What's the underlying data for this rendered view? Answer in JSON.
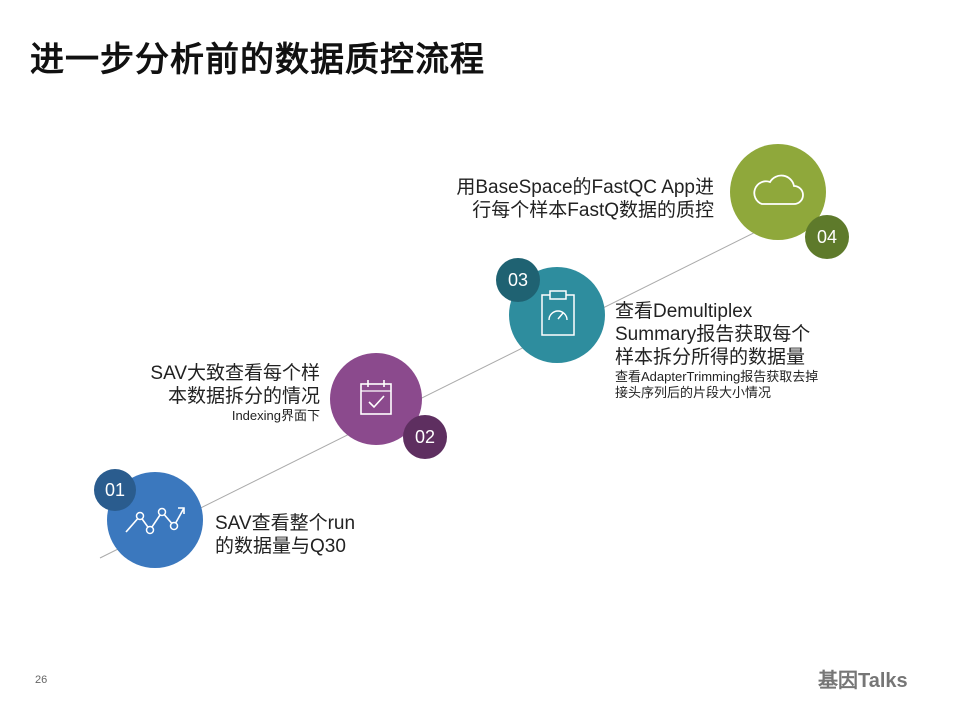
{
  "title": "进一步分析前的数据质控流程",
  "steps": [
    {
      "num": "01",
      "icon": "line-chart-icon",
      "color": "#3b78be",
      "badge_color": "#2a5c8e",
      "lines": [
        "SAV查看整个run",
        "的数据量与Q30"
      ]
    },
    {
      "num": "02",
      "icon": "calendar-check-icon",
      "color": "#8b4a8d",
      "badge_color": "#5e2f60",
      "lines": [
        "SAV大致查看每个样",
        "本数据拆分的情况"
      ],
      "note": "Indexing界面下"
    },
    {
      "num": "03",
      "icon": "clipboard-gauge-icon",
      "color": "#2e8d9e",
      "badge_color": "#1f6272",
      "lines": [
        "查看Demultiplex",
        "Summary报告获取每个",
        "样本拆分所得的数据量"
      ],
      "notes": [
        "查看AdapterTrimming报告获取去掉",
        "接头序列后的片段大小情况"
      ]
    },
    {
      "num": "04",
      "icon": "cloud-icon",
      "color": "#8fa83b",
      "badge_color": "#5e7a2b",
      "lines": [
        "用BaseSpace的FastQC App进",
        "行每个样本FastQ数据的质控"
      ]
    }
  ],
  "page_number": "26",
  "watermark": "基因Talks"
}
